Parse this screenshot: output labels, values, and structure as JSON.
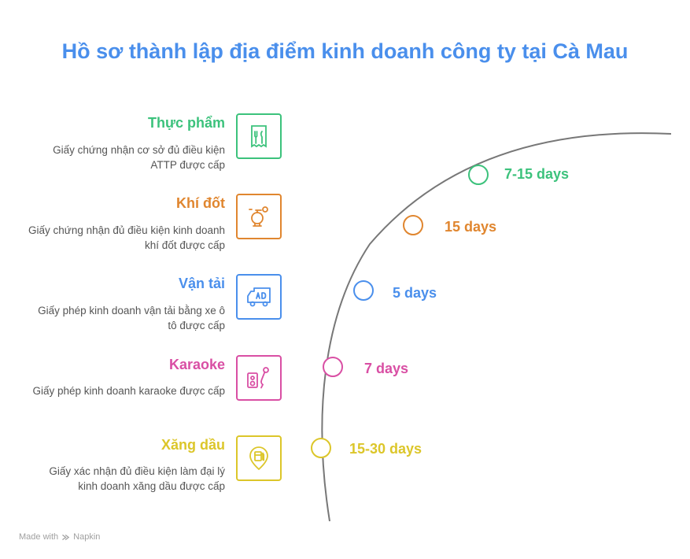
{
  "title": "Hồ sơ thành lập địa điểm kinh doanh công ty tại Cà Mau",
  "items": [
    {
      "title": "Thực phẩm",
      "desc": "Giấy chứng nhận cơ sở đủ điều kiện ATTP được cấp",
      "days": "7-15 days",
      "color": "#3cc27c",
      "icon": "food-permit-icon"
    },
    {
      "title": "Khí đốt",
      "desc": "Giấy chứng nhận đủ điều kiện kinh doanh khí đốt được cấp",
      "days": "15 days",
      "color": "#e0862f",
      "icon": "gas-tank-icon"
    },
    {
      "title": "Vận tải",
      "desc": "Giấy phép kinh doanh vận tải bằng xe ô tô được cấp",
      "days": "5 days",
      "color": "#4a8fec",
      "icon": "ad-truck-icon"
    },
    {
      "title": "Karaoke",
      "desc": "Giấy phép kinh doanh karaoke được cấp",
      "days": "7 days",
      "color": "#d94fa4",
      "icon": "karaoke-speaker-mic-icon"
    },
    {
      "title": "Xăng dầu",
      "desc": "Giấy xác nhận đủ điều kiện làm đại lý kinh doanh xăng dầu được cấp",
      "days": "15-30 days",
      "color": "#dcc62a",
      "icon": "fuel-pump-pin-icon"
    }
  ],
  "footer": {
    "made_with": "Made with",
    "brand": "Napkin"
  }
}
